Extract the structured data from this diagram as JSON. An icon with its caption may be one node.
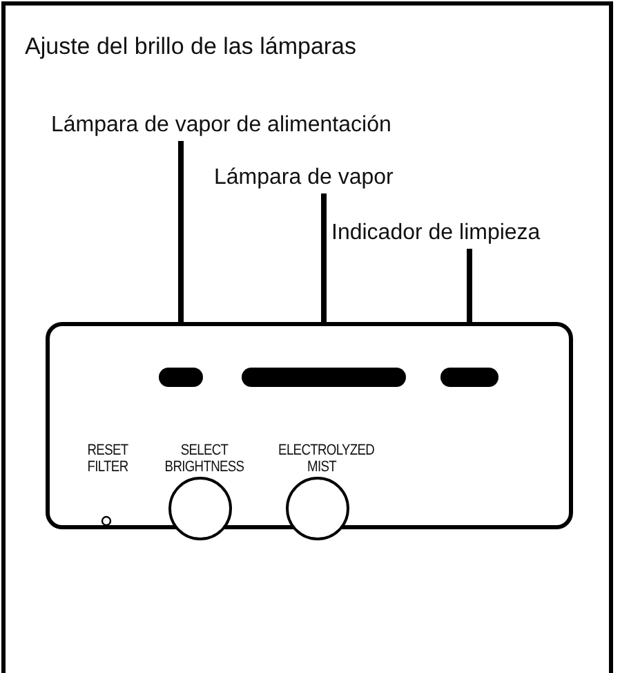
{
  "diagram": {
    "title": "Ajuste del brillo de las lámparas",
    "nodes": [
      {
        "text": [
          "Lámpara de vapor de alimentación"
        ]
      },
      {
        "text": [
          "Lámpara de vapor"
        ]
      },
      {
        "text": [
          "Indicador de limpieza"
        ]
      },
      {
        "text": [],
        "shape": "box"
      },
      {
        "text": [],
        "shape": "bar",
        "in": 3
      },
      {
        "text": [],
        "shape": "bar",
        "in": 3
      },
      {
        "text": [],
        "shape": "bar",
        "in": 3
      }
    ],
    "edges": [
      {
        "from": 0,
        "to": 4,
        "arrow": "none"
      },
      {
        "from": 1,
        "to": 5,
        "arrow": "none"
      },
      {
        "from": 2,
        "to": 6,
        "arrow": "none"
      }
    ],
    "labels": [
      "RESET FILTER",
      "SELECT BRIGHTNESS",
      "ELECTROLYZED MIST"
    ]
  }
}
